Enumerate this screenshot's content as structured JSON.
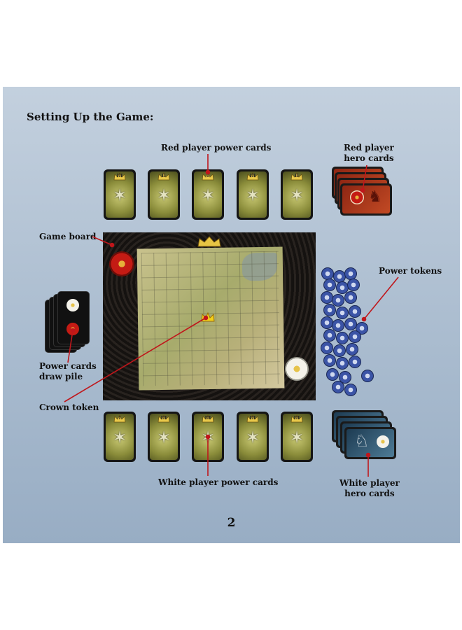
{
  "page": {
    "heading": "Setting Up the Game:",
    "page_number": "2"
  },
  "labels": {
    "red_power_cards": "Red player power cards",
    "red_hero_cards_line1": "Red player",
    "red_hero_cards_line2": "hero cards",
    "game_board": "Game board",
    "power_tokens": "Power tokens",
    "draw_pile_line1": "Power cards",
    "draw_pile_line2": "draw pile",
    "crown_token": "Crown token",
    "white_power_cards": "White player power cards",
    "white_hero_cards_line1": "White player",
    "white_hero_cards_line2": "hero cards"
  },
  "red_power_cards": [
    "III",
    "II",
    "I",
    "III",
    "II"
  ],
  "white_power_cards": [
    "I",
    "III",
    "III",
    "III",
    "III"
  ],
  "colors": {
    "background_top": "#c3d0de",
    "background_bottom": "#98adc4",
    "pointer_line": "#c0161b",
    "red_team": "#c41b14",
    "white_team": "#f4f2ea",
    "token_blue": "#3b54a6"
  },
  "icons": {
    "card_symbol": "star-icon",
    "card_header": "crown-icon",
    "red_emblem": "red-rose-icon",
    "white_emblem": "white-rose-icon"
  }
}
